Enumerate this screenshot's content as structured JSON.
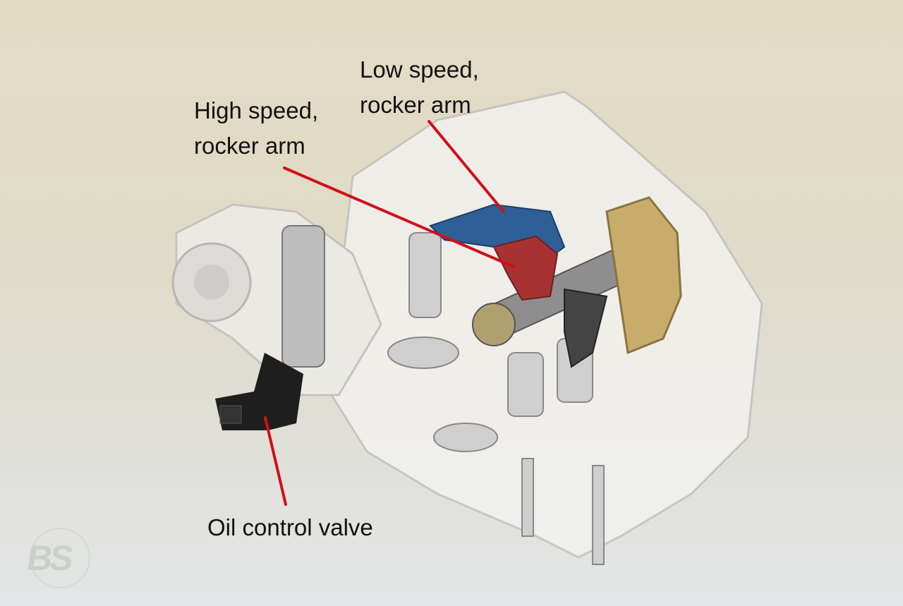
{
  "labels": {
    "low_speed": "Low speed,\nrocker arm",
    "high_speed": "High speed,\nrocker arm",
    "oil_valve": "Oil control valve"
  },
  "logo": {
    "text": "BS"
  },
  "colors": {
    "leader": "#d0101a",
    "low_speed_arm": "#2e5f96",
    "high_speed_arm": "#a83232",
    "gear": "#c8ac6c"
  }
}
